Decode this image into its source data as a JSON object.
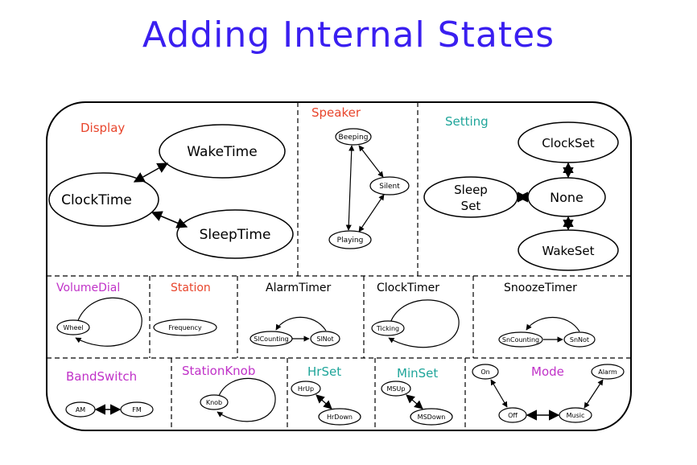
{
  "title": "Adding Internal States",
  "colors": {
    "title": "#3a1ff0",
    "red": "#e8452c",
    "teal": "#1fa59a",
    "magenta": "#c032c8",
    "black": "#000000"
  },
  "sections": {
    "display": {
      "label": "Display",
      "states": {
        "clock_time": "ClockTime",
        "wake_time": "WakeTime",
        "sleep_time": "SleepTime"
      }
    },
    "speaker": {
      "label": "Speaker",
      "states": {
        "beeping": "Beeping",
        "silent": "Silent",
        "playing": "Playing"
      }
    },
    "setting": {
      "label": "Setting",
      "states": {
        "clock_set": "ClockSet",
        "sleep_set_line1": "Sleep",
        "sleep_set_line2": "Set",
        "none": "None",
        "wake_set": "WakeSet"
      }
    },
    "volume_dial": {
      "label": "VolumeDial",
      "states": {
        "wheel": "Wheel"
      }
    },
    "station": {
      "label": "Station",
      "states": {
        "frequency": "Frequency"
      }
    },
    "alarm_timer": {
      "label": "AlarmTimer",
      "states": {
        "counting": "SlCounting",
        "not": "SlNot"
      }
    },
    "clock_timer": {
      "label": "ClockTimer",
      "states": {
        "ticking": "Ticking"
      }
    },
    "snooze_timer": {
      "label": "SnoozeTimer",
      "states": {
        "counting": "SnCounting",
        "not": "SnNot"
      }
    },
    "band_switch": {
      "label": "BandSwitch",
      "states": {
        "am": "AM",
        "fm": "FM"
      }
    },
    "station_knob": {
      "label": "StationKnob",
      "states": {
        "knob": "Knob"
      }
    },
    "hr_set": {
      "label": "HrSet",
      "states": {
        "hr_up": "HrUp",
        "hr_down": "HrDown"
      }
    },
    "min_set": {
      "label": "MinSet",
      "states": {
        "ms_up": "MSUp",
        "ms_down": "MSDown"
      }
    },
    "mode": {
      "label": "Mode",
      "states": {
        "on": "On",
        "alarm": "Alarm",
        "off": "Off",
        "music": "Music"
      }
    }
  }
}
